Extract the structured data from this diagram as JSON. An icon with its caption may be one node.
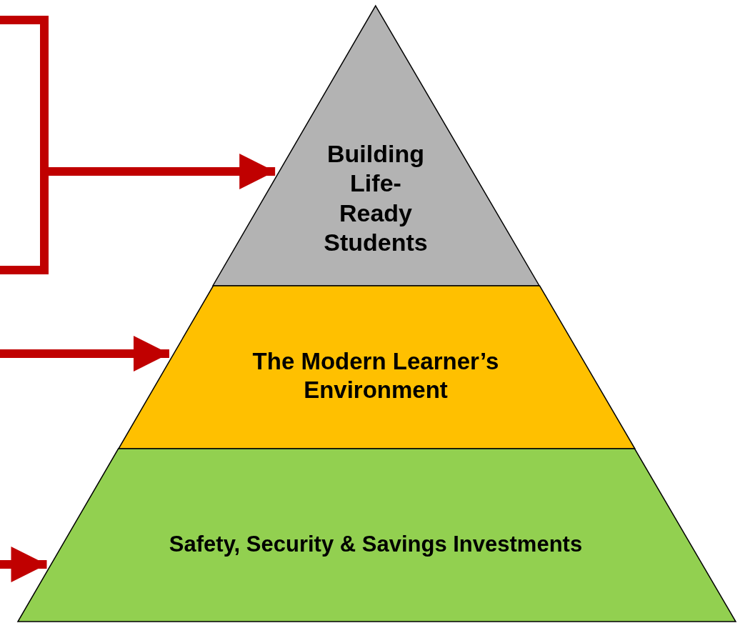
{
  "diagram": {
    "nodes": [
      {
        "text": [
          "Building Life-Ready Students"
        ]
      },
      {
        "text": [
          "The Modern Learner’s Environment"
        ]
      },
      {
        "text": [
          "Safety, Security & Savings Investments"
        ]
      }
    ],
    "edges": [
      {
        "from": null,
        "to": 0,
        "arrow": "to"
      },
      {
        "from": null,
        "to": 1,
        "arrow": "to"
      },
      {
        "from": null,
        "to": 2,
        "arrow": "to"
      }
    ]
  }
}
